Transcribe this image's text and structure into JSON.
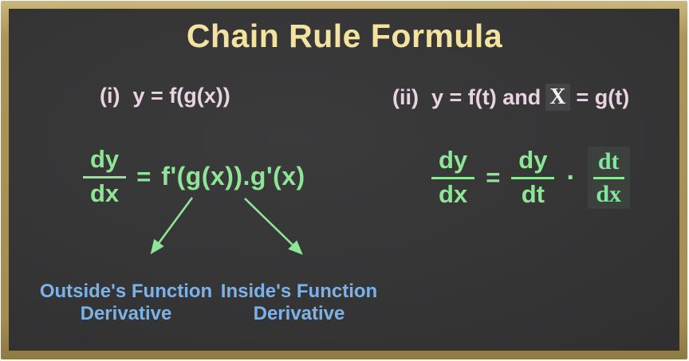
{
  "title": "Chain Rule Formula",
  "case_i": {
    "label": "(i)",
    "equation": "y = f(g(x))",
    "lhs_fraction": {
      "num": "dy",
      "den": "dx"
    },
    "equals": "=",
    "rhs": "f'(g(x)).g'(x)"
  },
  "case_ii": {
    "label": "(ii)",
    "equation_prefix": "y = f(t) and",
    "x_variable": "X",
    "equation_suffix": "= g(t)",
    "fractions": [
      {
        "num": "dy",
        "den": "dx"
      },
      {
        "num": "dy",
        "den": "dt"
      },
      {
        "num": "dt",
        "den": "dx"
      }
    ],
    "equals": "=",
    "dot": "·"
  },
  "annotations": {
    "outside": {
      "line1": "Outside's Function",
      "line2": "Derivative"
    },
    "inside": {
      "line1": "Inside's Function",
      "line2": "Derivative"
    }
  },
  "colors": {
    "title_text": "#f4e2a0",
    "statement_text": "#e9d3e2",
    "formula_green": "#8de696",
    "serif_green": "#82e79e",
    "annotation_blue": "#7db2e8",
    "frame_wood": "#a58e53",
    "board_dark": "#333334",
    "x_highlight_bg": "#454547"
  }
}
